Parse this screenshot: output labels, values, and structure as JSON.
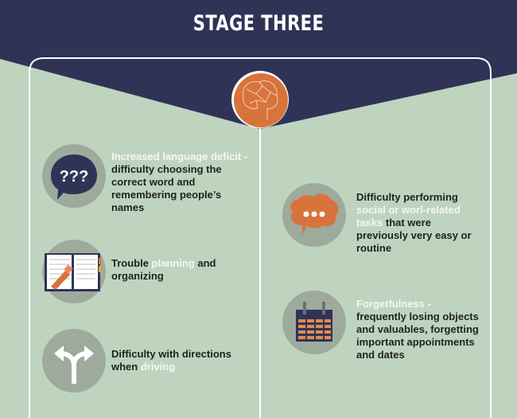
{
  "title": "STAGE THREE",
  "colors": {
    "navy": "#2f3457",
    "green": "#bfd4bf",
    "circle": "#9eab9c",
    "orange": "#d9733c",
    "highlight": "#f4f7f3"
  },
  "items": [
    {
      "icon": "question-speech-bubble-icon",
      "icon_text": "???",
      "highlight": "Increased language deficit -",
      "rest": " difficulty choosing the correct word and remembering people’s names"
    },
    {
      "icon": "planner-notebook-icon",
      "before": "Trouble ",
      "highlight": "planning",
      "after": " and organizing"
    },
    {
      "icon": "split-arrow-directions-icon",
      "before": "Difficulty with directions when ",
      "highlight": "driving",
      "after": ""
    },
    {
      "icon": "thought-bubble-ellipsis-icon",
      "before": "Difficulty performing ",
      "highlight": "social or worl-related tasks",
      "after": " that were previously very easy or routine"
    },
    {
      "icon": "calendar-icon",
      "highlight": "Forgetfulness - ",
      "rest": "frequently losing objects and valuables, forgetting important appointments and dates"
    }
  ]
}
